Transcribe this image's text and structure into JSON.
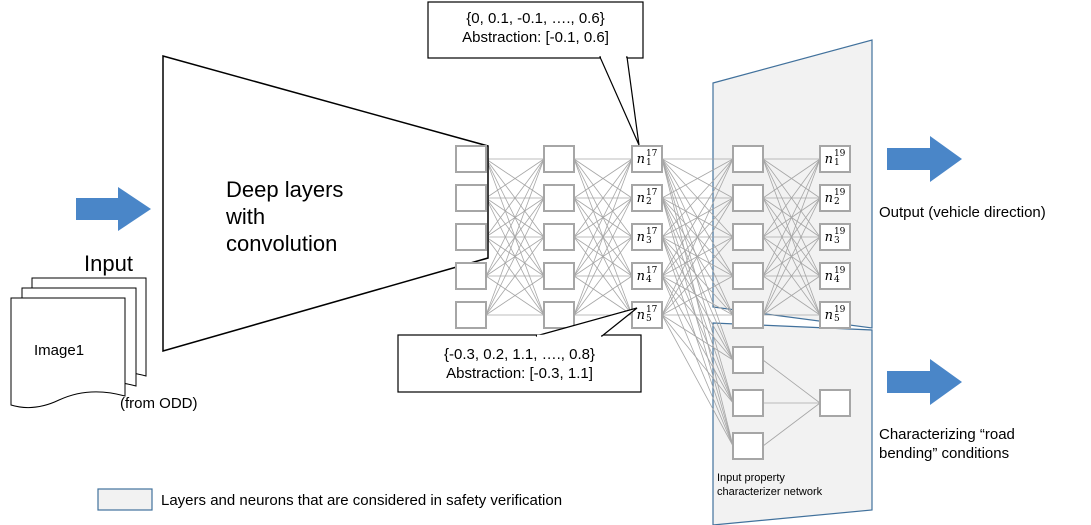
{
  "callouts": {
    "top": {
      "line1": "{0, 0.1, -0.1, …., 0.6}",
      "line2": "Abstraction: [-0.1, 0.6]"
    },
    "bottom": {
      "line1": "{-0.3, 0.2, 1.1, …., 0.8}",
      "line2": "Abstraction: [-0.3, 1.1]"
    }
  },
  "input": {
    "label": "Input",
    "doc_label": "Image1",
    "doc_source": "(from ODD)"
  },
  "deep_layers": {
    "line1": "Deep layers",
    "line2": "with",
    "line3": "convolution"
  },
  "output": {
    "label": "Output (vehicle direction)"
  },
  "characterizing": {
    "line1": "Characterizing “road",
    "line2": "bending” conditions"
  },
  "characterizer_network": {
    "line1": "Input property",
    "line2": "characterizer network"
  },
  "legend": {
    "label": "Layers and neurons that are considered in safety verification"
  },
  "neurons": {
    "layer17": {
      "base": "n",
      "superscript": "17",
      "subscripts": [
        "1",
        "2",
        "3",
        "4",
        "5"
      ]
    },
    "layer19": {
      "base": "n",
      "superscript": "19",
      "subscripts": [
        "1",
        "2",
        "3",
        "4",
        "5"
      ]
    }
  },
  "colors": {
    "arrow_fill": "#4a86c8",
    "highlight_fill": "#f2f2f2",
    "highlight_border": "#41719c",
    "neuron_border": "#a6a6a6",
    "edge": "#a6a6a6"
  }
}
